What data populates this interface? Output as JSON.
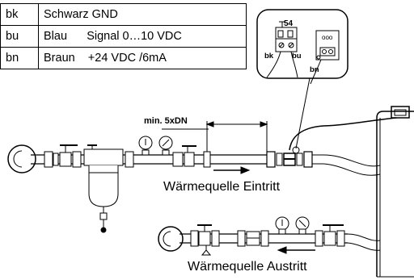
{
  "wiring_table": [
    {
      "code": "bk",
      "description": "Schwarz GND"
    },
    {
      "code": "bu",
      "description": "Blau      Signal 0…10 VDC"
    },
    {
      "code": "bn",
      "description": "Braun    +24 VDC /6mA"
    }
  ],
  "connector": {
    "terminal_label": "54",
    "pin_labels": [
      "bk",
      "bu",
      "bn"
    ],
    "indicator_text": "ooo"
  },
  "dimension_label": "min. 5xDN",
  "inlet_label": "Wärmequelle Eintritt",
  "outlet_label": "Wärmequelle Austritt"
}
